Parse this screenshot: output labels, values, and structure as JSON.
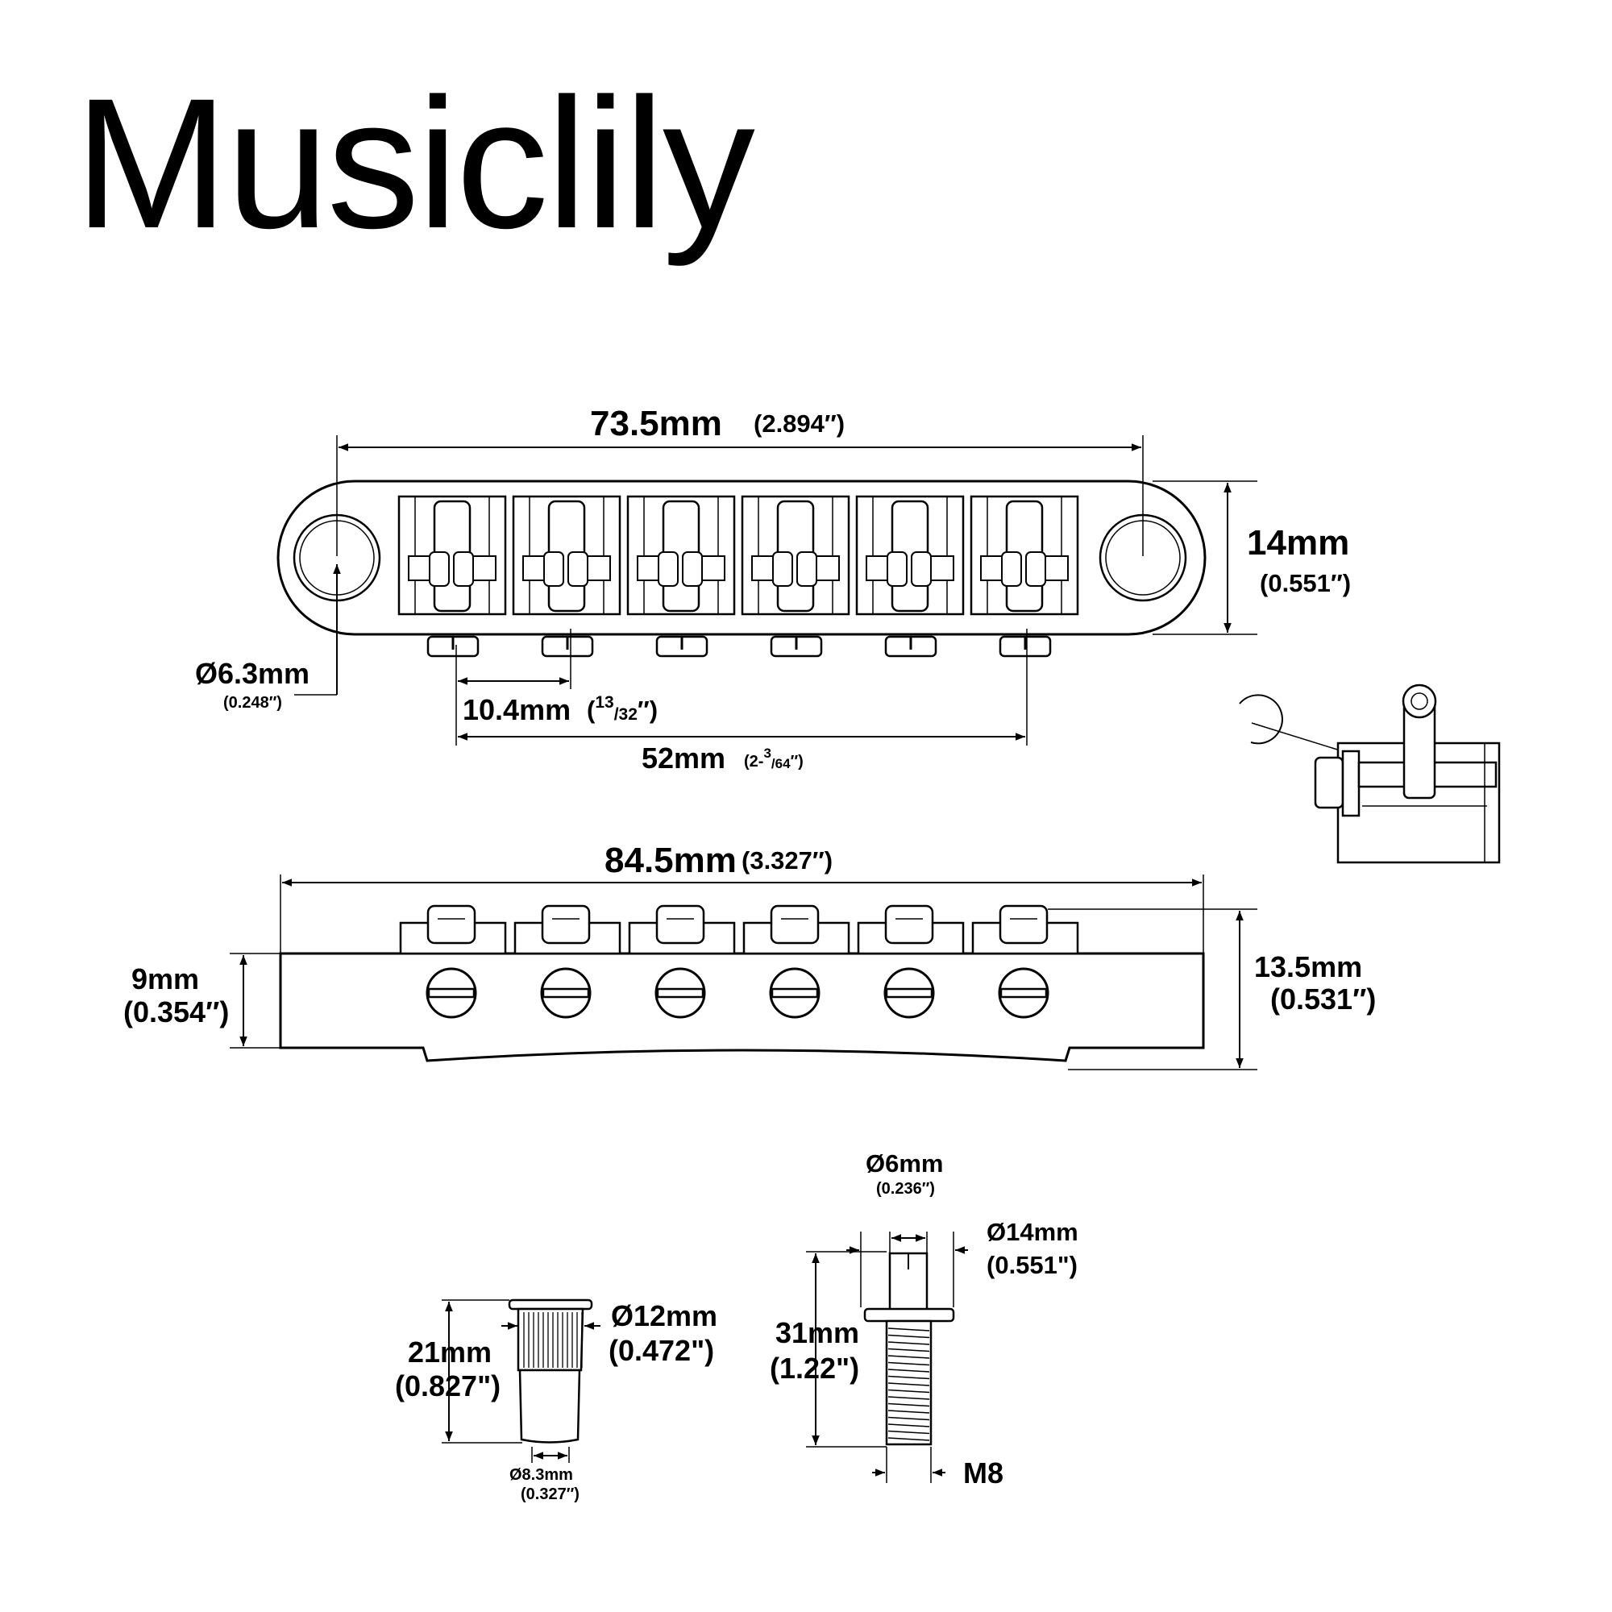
{
  "brand": "Musiclily",
  "top_view": {
    "length": "73.5mm",
    "length_in": "(2.894″)",
    "height": "14mm",
    "height_in": "(0.551″)",
    "stud_hole": "Ø6.3mm",
    "stud_hole_in": "(0.248″)",
    "spacing": "10.4mm",
    "spacing_in_open": "(",
    "spacing_in_sup": "13",
    "spacing_in_sub": "/32",
    "spacing_in_close": "″)",
    "total_spacing": "52mm",
    "total_spacing_in_open": "(2-",
    "total_spacing_in_sup": "3",
    "total_spacing_in_sub": "/64",
    "total_spacing_in_close": "″)"
  },
  "side_view": {
    "length": "84.5mm",
    "length_in": "(3.327″)",
    "base_height": "9mm",
    "base_height_in": "(0.354″)",
    "total_height": "13.5mm",
    "total_height_in": "(0.531″)"
  },
  "bushing": {
    "height": "21mm",
    "height_in": "(0.827\")",
    "diameter": "Ø12mm",
    "diameter_in": "(0.472\")",
    "bottom_diameter": "Ø8.3mm",
    "bottom_diameter_in": "(0.327″)"
  },
  "stud": {
    "top_diameter": "Ø6mm",
    "top_diameter_in": "(0.236″)",
    "wheel_diameter": "Ø14mm",
    "wheel_diameter_in": "(0.551\")",
    "height": "31mm",
    "height_in": "(1.22\")",
    "thread": "M8"
  }
}
